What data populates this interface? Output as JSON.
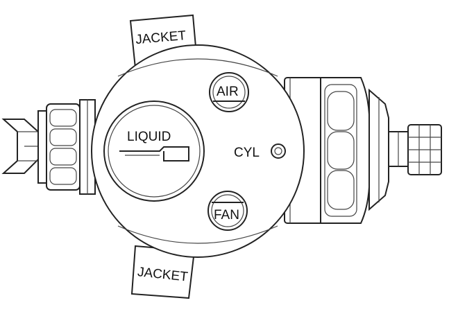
{
  "labels": {
    "jacket_top": "JACKET",
    "jacket_bottom": "JACKET",
    "air": "AIR",
    "liquid": "LIQUID",
    "cyl": "CYL",
    "fan": "FAN"
  },
  "colors": {
    "line": "#222222",
    "background": "#ffffff"
  }
}
